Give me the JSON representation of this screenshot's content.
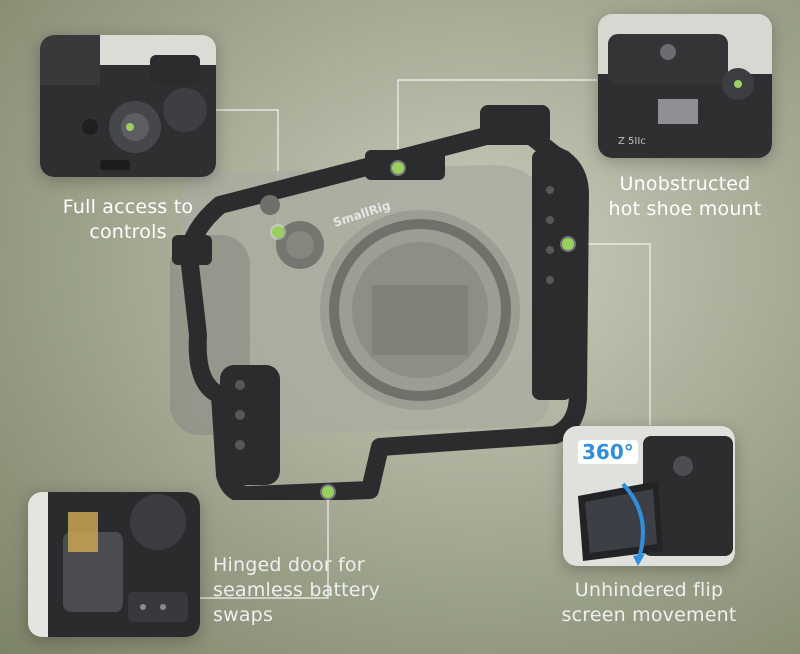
{
  "callouts": {
    "controls": {
      "line1": "Full access to",
      "line2": "controls"
    },
    "hotshoe": {
      "line1": "Unobstructed",
      "line2": "hot shoe mount"
    },
    "battery": {
      "line1": "Hinged door for",
      "line2": "seamless battery",
      "line3": "swaps"
    },
    "flip": {
      "line1": "Unhindered flip",
      "line2": "screen movement",
      "badge": "360°"
    }
  },
  "product": {
    "brand_engraving": "SmallRig",
    "camera_badge": "Z 5IIc"
  },
  "colors": {
    "accent_dot": "#9ad060",
    "rotation_arrow": "#2f8fdd",
    "cage_metal": "#2b2c2e"
  }
}
